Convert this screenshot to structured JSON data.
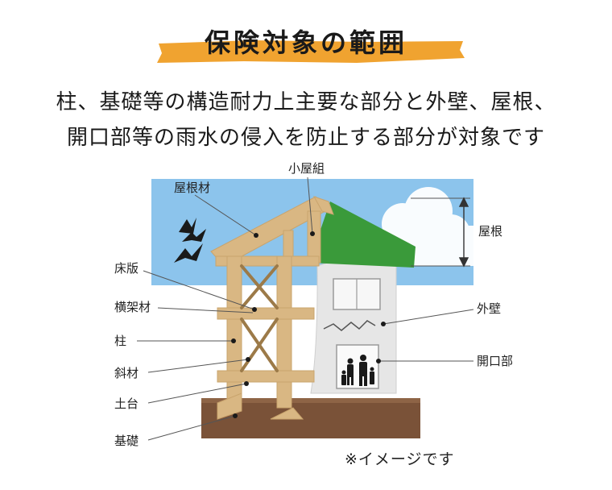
{
  "title": "保険対象の範囲",
  "description": {
    "line1": "柱、基礎等の構造耐力上主要な部分と外壁、屋根、",
    "line2": "開口部等の雨水の侵入を防止する部分が対象です"
  },
  "labels": {
    "roof_material": "屋根材",
    "roof_truss": "小屋組",
    "roof": "屋根",
    "floor_board": "床版",
    "beam": "横架材",
    "column": "柱",
    "brace": "斜材",
    "sill": "土台",
    "foundation": "基礎",
    "exterior_wall": "外壁",
    "opening": "開口部"
  },
  "note": "※イメージです",
  "colors": {
    "title_brush": "#f0a330",
    "sky": "#8cc4ec",
    "wood": "#d9b783",
    "wood_dark": "#9c7a48",
    "ground": "#7a5238",
    "roof_green": "#3a9a3a",
    "wall": "#e6e6e6"
  }
}
